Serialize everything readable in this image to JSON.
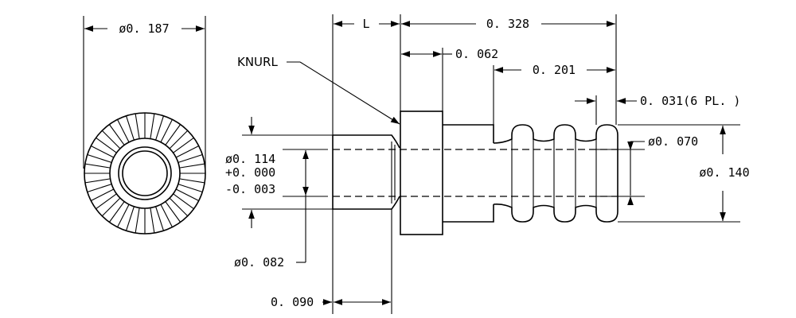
{
  "dimensions": {
    "end_diameter": "ø0. 187",
    "length_l": "L",
    "overall_length": "0. 328",
    "collar_width": "0. 062",
    "grooved_length": "0. 201",
    "groove_pitch": "0. 031(6 PL. )",
    "groove_diameter": "ø0. 070",
    "body_diameter": "ø0. 140",
    "shank_diameter": "ø0. 114",
    "shank_tol_plus": "+0. 000",
    "shank_tol_minus": "-0. 003",
    "bore_diameter": "ø0. 082",
    "shank_length": "0. 090"
  },
  "labels": {
    "knurl": "KNURL"
  }
}
